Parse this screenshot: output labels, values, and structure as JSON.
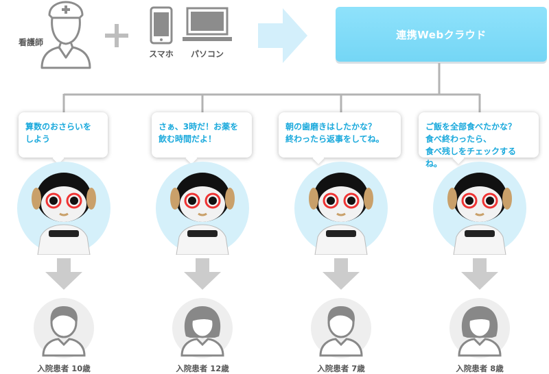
{
  "nurse_label": "看護師",
  "device_labels": {
    "phone": "スマホ",
    "pc": "パソコン"
  },
  "cloud_label": "連携Webクラウド",
  "colors": {
    "cloud": "#7ed9f6",
    "arrow": "#d3effb",
    "bubble_text": "#1aa9dc",
    "line": "#b3b3b3",
    "gray_arrow": "#cccccc"
  },
  "robots": [
    {
      "message": "算数のおさらいを\nしよう",
      "patient": "入院患者 10歳"
    },
    {
      "message": "さぁ、3時だ！お薬を\n飲む時間だよ！",
      "patient": "入院患者 12歳"
    },
    {
      "message": "朝の歯磨きはしたかな？\n終わったら返事をしてね。",
      "patient": "入院患者 7歳"
    },
    {
      "message": "ご飯を全部食べたかな？\n食べ終わったら、\n食べ残しをチェックするね。",
      "patient": "入院患者 8歳"
    }
  ]
}
